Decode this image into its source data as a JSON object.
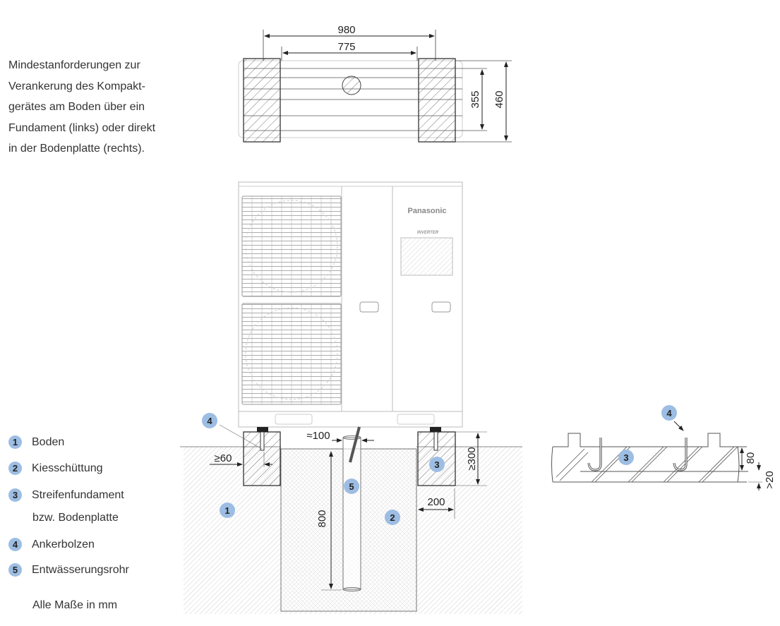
{
  "intro": {
    "lines": [
      "Mindestanforderungen zur",
      "Verankerung des Kompakt-",
      "gerätes am Boden über ein",
      "Fundament (links) oder direkt",
      "in der Bodenplatte (rechts)."
    ]
  },
  "top_view": {
    "dim_outer": "980",
    "dim_inner": "775",
    "dim_depth_inner": "355",
    "dim_depth_outer": "460"
  },
  "unit": {
    "brand": "Panasonic",
    "badge": "INVERTER"
  },
  "section": {
    "dim_anchor": "≥60",
    "dim_pipe": "≈100",
    "dim_depth": "800",
    "dim_footing_height": "≥300",
    "dim_footing_width": "200"
  },
  "detail": {
    "dim_slab": "80",
    "dim_cover": ">20"
  },
  "markers": [
    "1",
    "2",
    "3",
    "4",
    "5"
  ],
  "legend": {
    "items": [
      {
        "num": "1",
        "label": "Boden"
      },
      {
        "num": "2",
        "label": "Kiesschüttung"
      },
      {
        "num": "3",
        "label": "Streifenfundament",
        "label2": "bzw. Bodenplatte"
      },
      {
        "num": "4",
        "label": "Ankerbolzen"
      },
      {
        "num": "5",
        "label": "Entwässerungsrohr"
      }
    ],
    "note": "Alle Maße in mm"
  },
  "colors": {
    "marker": "#9dbde3",
    "line": "#333333",
    "hatch": "#999999"
  }
}
